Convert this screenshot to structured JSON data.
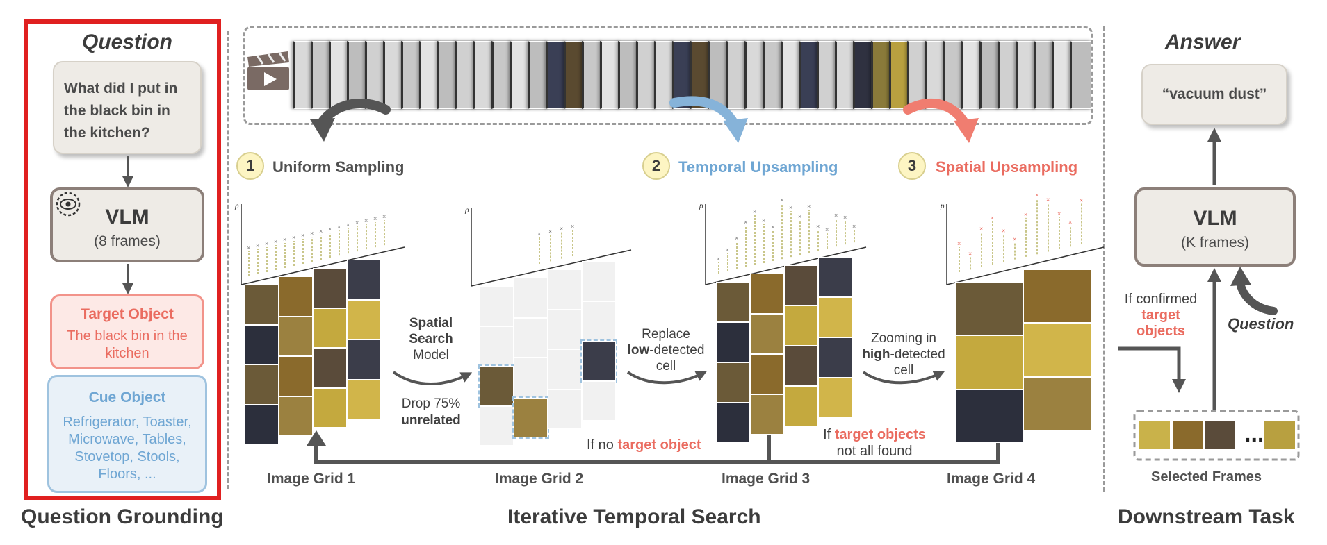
{
  "left_panel": {
    "question_title": "Question",
    "question_lines": [
      "What did I put in",
      "the black bin in",
      "the kitchen?"
    ],
    "vlm_title": "VLM",
    "vlm_sub": "(8 frames)",
    "target_title": "Target Object",
    "target_lines": [
      "The black bin in the",
      "kitchen"
    ],
    "cue_title": "Cue Object",
    "cue_lines": [
      "Refrigerator, Toaster,",
      "Microwave, Tables,",
      "Stovetop, Stools,",
      "Floors, ..."
    ],
    "section_label": "Question Grounding"
  },
  "middle": {
    "steps": [
      {
        "num": "1",
        "label": "Uniform Sampling"
      },
      {
        "num": "2",
        "label": "Temporal Upsampling"
      },
      {
        "num": "3",
        "label": "Spatial Upsampling"
      }
    ],
    "axis_label": "p",
    "spatial_model": [
      "Spatial",
      "Search",
      "Model"
    ],
    "drop_lines": [
      "Drop 75%",
      "unrelated"
    ],
    "replace_lines": [
      "Replace",
      "low",
      "-detected",
      "cell"
    ],
    "zoom_lines": [
      "Zooming in",
      "high",
      "-detected",
      "cell"
    ],
    "if_no_prefix": "If no",
    "if_no_target": "target object",
    "if_target_prefix": "If",
    "if_target_red": "target objects",
    "if_target_suffix": "not all found",
    "grid_labels": [
      "Image Grid 1",
      "Image Grid 2",
      "Image Grid 3",
      "Image Grid 4"
    ],
    "section_label": "Iterative Temporal Search"
  },
  "right_panel": {
    "answer_title": "Answer",
    "answer_text": "“vacuum dust”",
    "vlm_title": "VLM",
    "vlm_sub": "(K frames)",
    "question_label": "Question",
    "confirm_lines": [
      "If confirmed",
      "target",
      "objects"
    ],
    "ellipsis": "...",
    "selected_label": "Selected Frames",
    "section_label": "Downstream Task"
  },
  "colors": {
    "red_frame": "#e02020",
    "target_red": "#ea6c60",
    "cue_blue": "#6fa6d3",
    "arrow_gray": "#555555"
  }
}
